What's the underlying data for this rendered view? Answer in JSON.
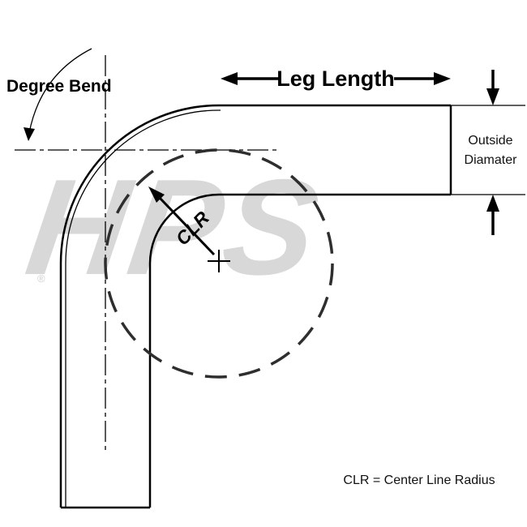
{
  "watermark": {
    "text": "HPS",
    "registered": "®"
  },
  "labels": {
    "degree_bend": "Degree Bend",
    "leg_length": "Leg Length",
    "outside_diameter_line1": "Outside",
    "outside_diameter_line2": "Diamater",
    "clr": "CLR",
    "legend": "CLR = Center Line Radius"
  },
  "colors": {
    "line": "#000000",
    "arrow_fill": "#000000",
    "dashed_circle": "#2e2e2e",
    "watermark": "#d8d8d8",
    "background": "#ffffff"
  }
}
